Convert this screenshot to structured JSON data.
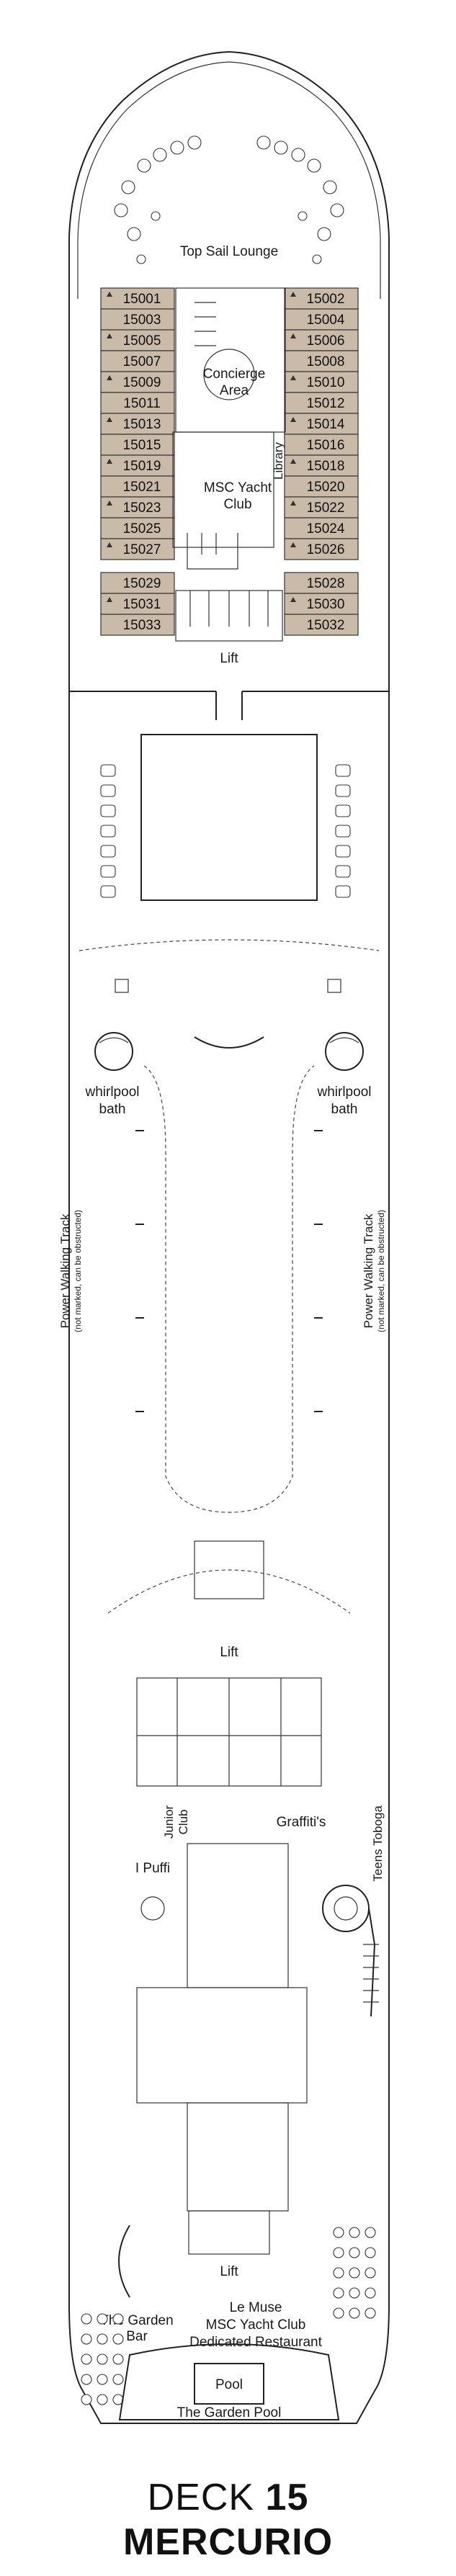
{
  "deck": {
    "label": "DECK",
    "number": "15",
    "name": "MERCURIO"
  },
  "venues": {
    "top_sail_lounge": "Top Sail Lounge",
    "concierge_line1": "Concierge",
    "concierge_line2": "Area",
    "library": "Library",
    "yacht_club_line1": "MSC Yacht",
    "yacht_club_line2": "Club",
    "lift": "Lift",
    "whirlpool": "whirlpool",
    "bath": "bath",
    "power_walking_track": "Power Walking Track",
    "power_walking_note": "(not marked, can be obstructed)",
    "junior_club_line1": "Junior",
    "junior_club_line2": "Club",
    "graffitis": "Graffiti's",
    "teens_toboga": "Teens Toboga",
    "i_puffi": "I Puffi",
    "garden_bar_line1": "The Garden",
    "garden_bar_line2": "Bar",
    "le_muse_line1": "Le Muse",
    "le_muse_line2": "MSC Yacht Club",
    "le_muse_line3": "Dedicated Restaurant",
    "pool": "Pool",
    "garden_pool": "The Garden Pool"
  },
  "cabins": {
    "left": [
      "15001",
      "15003",
      "15005",
      "15007",
      "15009",
      "15011",
      "15013",
      "15015",
      "15019",
      "15021",
      "15023",
      "15025",
      "15027",
      "15029",
      "15031",
      "15033"
    ],
    "right": [
      "15002",
      "15004",
      "15006",
      "15008",
      "15010",
      "15012",
      "15014",
      "15016",
      "15018",
      "15020",
      "15022",
      "15024",
      "15026",
      "15028",
      "15030",
      "15032"
    ]
  },
  "colors": {
    "cabin_fill": "#c9bba8",
    "line": "#222222",
    "background": "#ffffff"
  }
}
